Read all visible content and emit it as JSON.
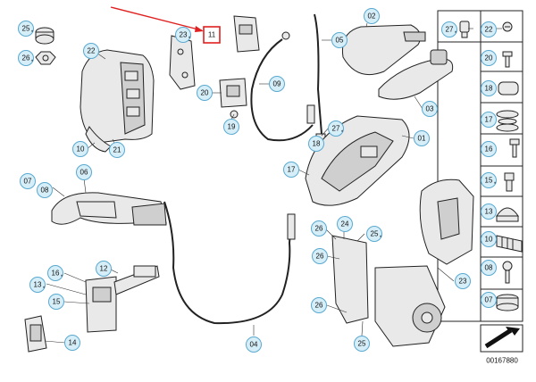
{
  "diagram": {
    "catalog_number": "00167880",
    "highlight": {
      "label": "11",
      "arrow_color": "#e02020",
      "box_color": "#e02020"
    },
    "colors": {
      "callout_fill": "#d6eef8",
      "callout_stroke": "#5aa9d0",
      "line": "#222222"
    },
    "callouts": [
      {
        "id": "c25a",
        "label": "25",
        "star": true
      },
      {
        "id": "c26a",
        "label": "26",
        "star": true
      },
      {
        "id": "c22a",
        "label": "22",
        "star": false
      },
      {
        "id": "c23a",
        "label": "23",
        "star": true
      },
      {
        "id": "c20a",
        "label": "20",
        "star": false
      },
      {
        "id": "c19",
        "label": "19",
        "star": false
      },
      {
        "id": "c10a",
        "label": "10",
        "star": false
      },
      {
        "id": "c21",
        "label": "21",
        "star": false
      },
      {
        "id": "c09",
        "label": "09",
        "star": false
      },
      {
        "id": "c05",
        "label": "05",
        "star": false
      },
      {
        "id": "c02",
        "label": "02",
        "star": false
      },
      {
        "id": "c03",
        "label": "03",
        "star": false
      },
      {
        "id": "c27a",
        "label": "27",
        "star": true
      },
      {
        "id": "c18a",
        "label": "18",
        "star": false
      },
      {
        "id": "c01",
        "label": "01",
        "star": false
      },
      {
        "id": "c17a",
        "label": "17",
        "star": false
      },
      {
        "id": "c06",
        "label": "06",
        "star": false
      },
      {
        "id": "c07a",
        "label": "07",
        "star": false
      },
      {
        "id": "c08a",
        "label": "08",
        "star": false
      },
      {
        "id": "c24",
        "label": "24",
        "star": false
      },
      {
        "id": "c26b",
        "label": "26",
        "star": false
      },
      {
        "id": "c25b",
        "label": "25",
        "star": true
      },
      {
        "id": "c26c",
        "label": "26",
        "star": false
      },
      {
        "id": "c12",
        "label": "12",
        "star": false
      },
      {
        "id": "c16a",
        "label": "16",
        "star": true
      },
      {
        "id": "c13a",
        "label": "13",
        "star": true
      },
      {
        "id": "c15a",
        "label": "15",
        "star": false
      },
      {
        "id": "c23b",
        "label": "23",
        "star": false
      },
      {
        "id": "c26d",
        "label": "26",
        "star": false
      },
      {
        "id": "c14",
        "label": "14",
        "star": false
      },
      {
        "id": "c04",
        "label": "04",
        "star": false
      },
      {
        "id": "c25c",
        "label": "25",
        "star": false
      }
    ],
    "sidebar": [
      {
        "id": "s27",
        "label": "27",
        "star": true
      },
      {
        "id": "s22",
        "label": "22",
        "star": false
      },
      {
        "id": "s20",
        "label": "20",
        "star": false
      },
      {
        "id": "s18",
        "label": "18",
        "star": false
      },
      {
        "id": "s17",
        "label": "17",
        "star": false
      },
      {
        "id": "s16",
        "label": "16",
        "star": false
      },
      {
        "id": "s15",
        "label": "15",
        "star": true
      },
      {
        "id": "s13",
        "label": "13",
        "star": false
      },
      {
        "id": "s10",
        "label": "10",
        "star": false
      },
      {
        "id": "s08",
        "label": "08",
        "star": false
      },
      {
        "id": "s07",
        "label": "07",
        "star": false
      }
    ]
  }
}
